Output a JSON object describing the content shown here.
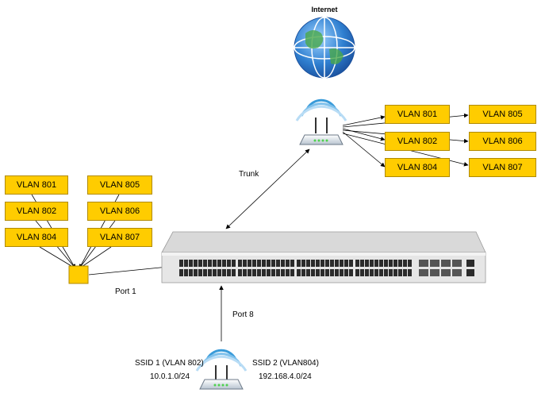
{
  "internet": {
    "label": "Internet"
  },
  "links": {
    "trunk_label": "Trunk",
    "port1_label": "Port 1",
    "port8_label": "Port 8"
  },
  "left_vlans": [
    "VLAN 801",
    "VLAN 805",
    "VLAN 802",
    "VLAN 806",
    "VLAN 804",
    "VLAN 807"
  ],
  "right_vlans": [
    "VLAN 801",
    "VLAN 805",
    "VLAN 802",
    "VLAN 806",
    "VLAN 804",
    "VLAN 807"
  ],
  "bottom_ap": {
    "ssid1_name": "SSID 1 (VLAN 802)",
    "ssid1_subnet": "10.0.1.0/24",
    "ssid2_name": "SSID 2 (VLAN804)",
    "ssid2_subnet": "192.168.4.0/24"
  },
  "colors": {
    "vlan_fill": "#ffcc00",
    "switch_body": "#e6e6e6",
    "ap_blue": "#3a9bd9"
  }
}
